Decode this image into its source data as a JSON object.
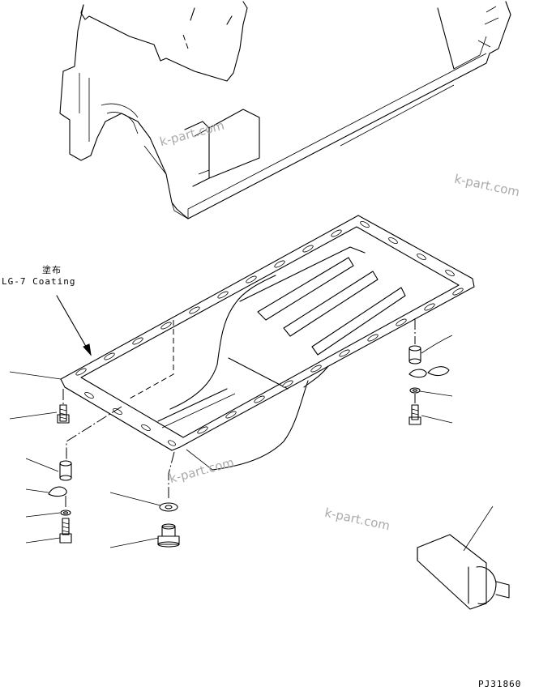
{
  "labels": {
    "coating_jp": "塗布",
    "coating": "LG-7 Coating",
    "figure_code": "PJ31860"
  },
  "watermarks": [
    "k-part.com",
    "k-part.com",
    "k-part.com",
    "k-part.com"
  ],
  "colors": {
    "line": "#000000",
    "watermark": "#aaaaaa",
    "background": "#ffffff"
  }
}
